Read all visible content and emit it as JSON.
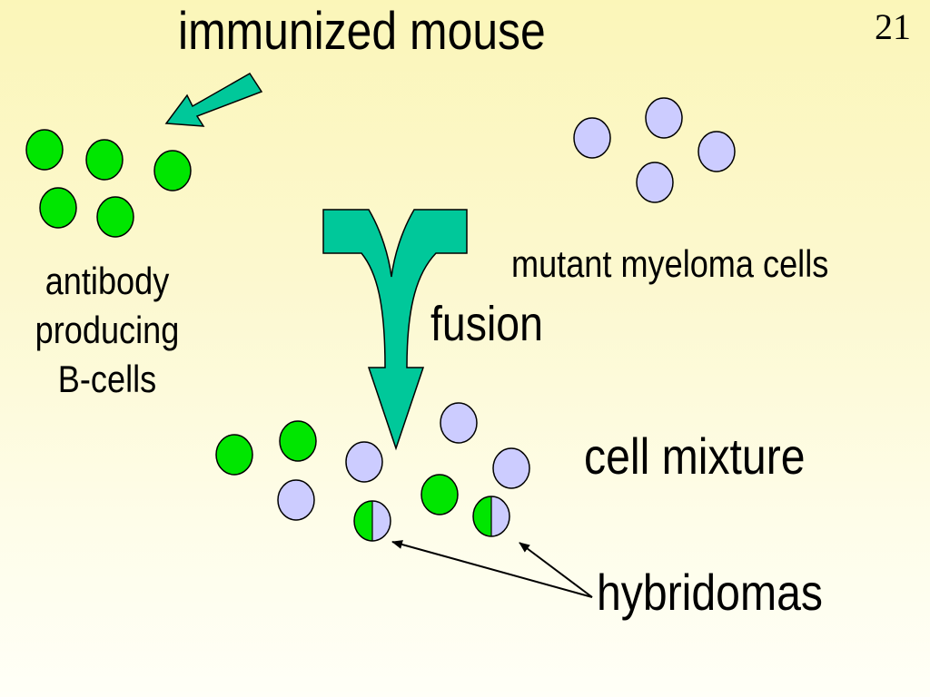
{
  "slide": {
    "page_number": "21",
    "title": "immunized mouse",
    "b_cells_label": [
      "antibody",
      "producing",
      "B-cells"
    ],
    "myeloma_label": "mutant myeloma cells",
    "fusion_label": "fusion",
    "mixture_label": "cell mixture",
    "hybridoma_label": "hybridomas"
  },
  "colors": {
    "b_cell": "#00e600",
    "myeloma_cell": "#ccccff",
    "fusion_arrow": "#00c89a",
    "outline": "#000000"
  }
}
